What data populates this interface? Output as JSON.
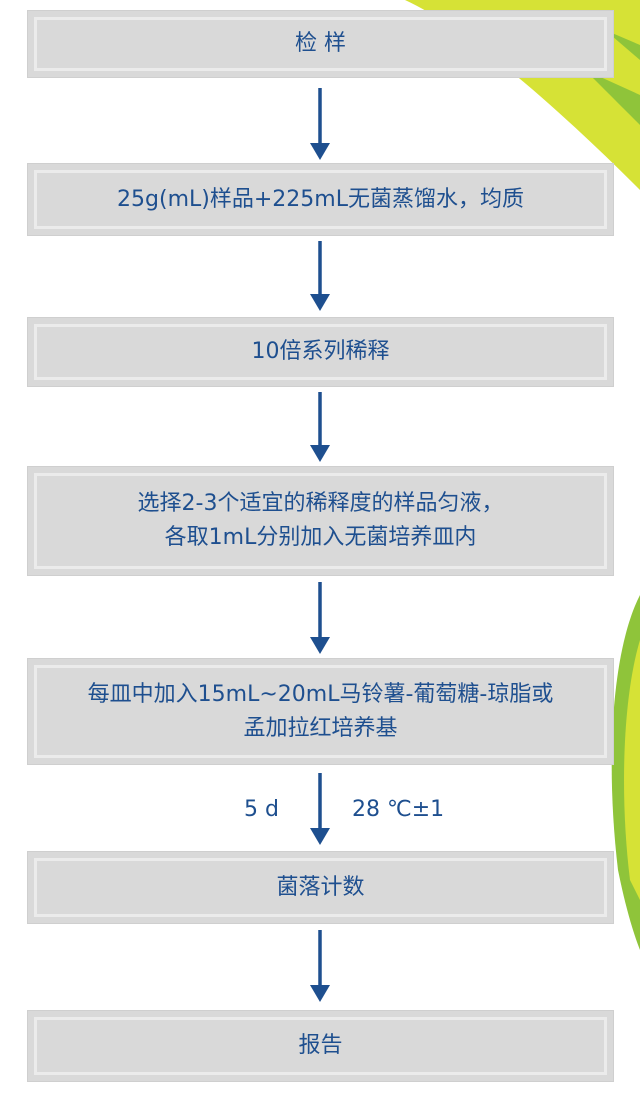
{
  "steps": [
    {
      "lines": [
        "检 样"
      ]
    },
    {
      "lines": [
        "25g(mL)样品+225mL无菌蒸馏水，均质"
      ]
    },
    {
      "lines": [
        "10倍系列稀释"
      ]
    },
    {
      "lines": [
        "选择2-3个适宜的稀释度的样品匀液，",
        "各取1mL分别加入无菌培养皿内"
      ]
    },
    {
      "lines": [
        "每皿中加入15mL~20mL马铃薯-葡萄糖-琼脂或",
        "孟加拉红培养基"
      ]
    },
    {
      "lines": [
        "菌落计数"
      ]
    },
    {
      "lines": [
        "报告"
      ]
    }
  ],
  "incubation": {
    "time": "5 d",
    "temperature": "28 ℃±1"
  },
  "colors": {
    "text": "#1e4f8f",
    "box": "#d9d9d9",
    "arrow": "#1e4f8f",
    "leaf_light": "#d6e236",
    "leaf_dark": "#8fc43a"
  }
}
